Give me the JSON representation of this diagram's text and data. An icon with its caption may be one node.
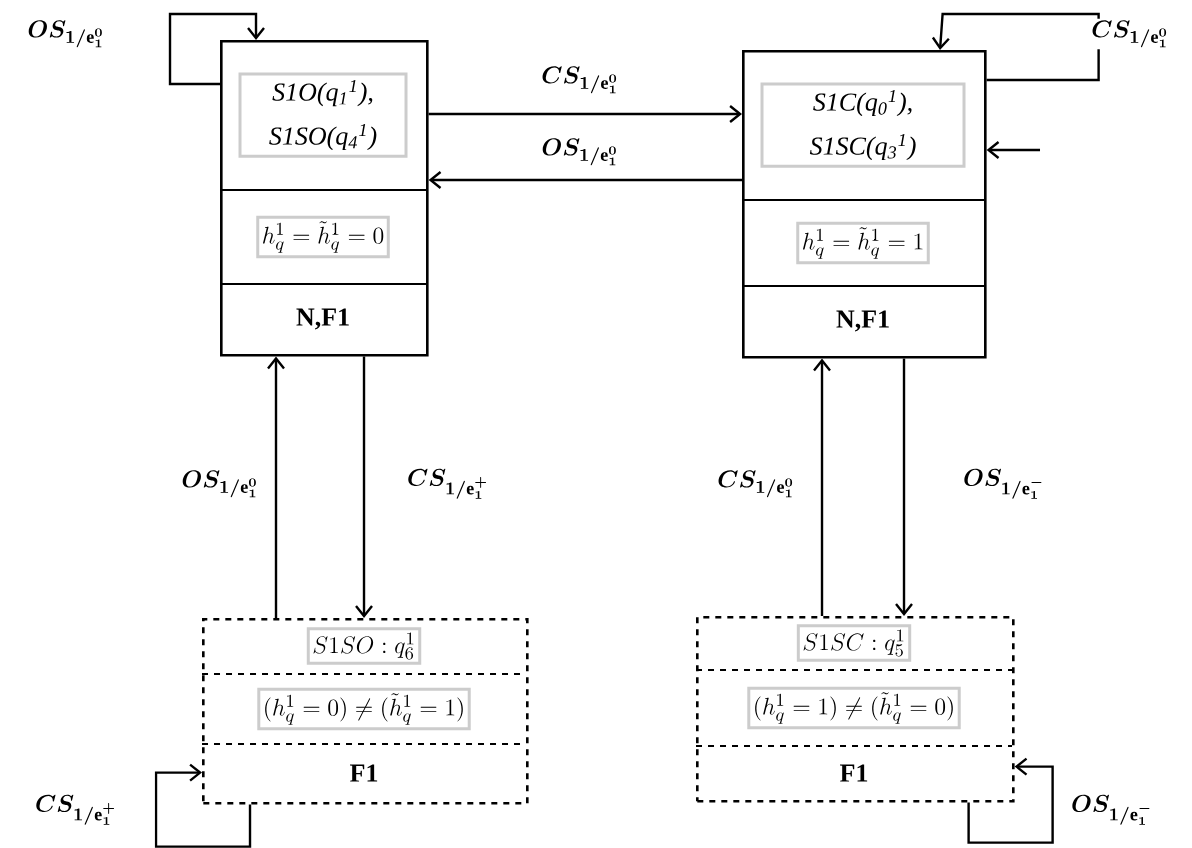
{
  "diagram": {
    "nodes": [
      {
        "text": [
          "S1O(q$_{1}$$^{1}$), S1SO(q$_{4}$$^{1}$)",
          "h_q^1=\\tilde{h}_q^1=0",
          "N,F1"
        ]
      },
      {
        "text": [
          "S1C(q$_{0}$$^{1}$), S1SC(q$_{3}$$^{1}$)",
          "h_q^1=\\tilde{h}_q^1=1",
          "N,F1"
        ]
      },
      {
        "text": [
          "S1SO:q_6^1",
          "(h_q^1=0)\\neq(\\tilde{h}_q^1=1)",
          "F1"
        ]
      },
      {
        "text": [
          "S1SC:q_5^1",
          "(h_q^1=1)\\neq(\\tilde{h}_q^1=0)",
          "F1"
        ]
      }
    ],
    "edges": [
      {
        "from": 0,
        "to": 0,
        "arrow": "to",
        "label": "OS_{1/\\mathrm{e}_1^{0}}"
      },
      {
        "from": 0,
        "to": 1,
        "arrow": "to",
        "label": "CS_{1/\\mathrm{e}_1^{0}}"
      },
      {
        "from": 1,
        "to": 0,
        "arrow": "to",
        "label": "OS_{1/\\mathrm{e}_1^{0}}"
      },
      {
        "from": 1,
        "to": 1,
        "arrow": "to",
        "label": "CS_{1/\\mathrm{e}_1^{0}}"
      },
      {
        "from": null,
        "to": 1,
        "arrow": "to"
      },
      {
        "from": 2,
        "to": 0,
        "arrow": "to",
        "label": "OS_{1/\\mathrm{e}_1^{0}}"
      },
      {
        "from": 0,
        "to": 2,
        "arrow": "to",
        "label": "CS_{1/\\mathrm{e}_1^{+}}"
      },
      {
        "from": 2,
        "to": 2,
        "arrow": "to",
        "label": "CS_{1/\\mathrm{e}_1^{+}}"
      },
      {
        "from": 3,
        "to": 1,
        "arrow": "to",
        "label": "CS_{1/\\mathrm{e}_1^{0}}"
      },
      {
        "from": 1,
        "to": 3,
        "arrow": "to",
        "label": "OS_{1/\\mathrm{e}_1^{-}}"
      },
      {
        "from": 3,
        "to": 3,
        "arrow": "to",
        "label": "OS_{1/\\mathrm{e}_1^{-}}"
      }
    ]
  }
}
